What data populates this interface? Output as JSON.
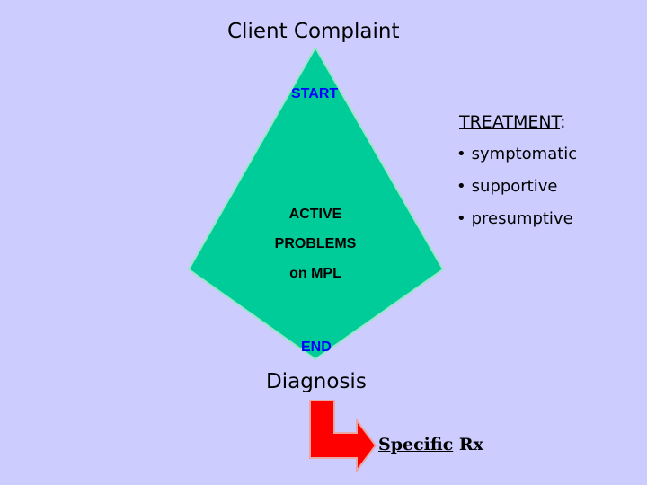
{
  "title": "Client Complaint",
  "start_label": "START",
  "end_label": "END",
  "active_problems": {
    "line1": "ACTIVE",
    "line2": "PROBLEMS",
    "line3": "on MPL"
  },
  "treatment": {
    "heading": "TREATMENT",
    "heading_suffix": ":",
    "items": [
      "symptomatic",
      "supportive",
      "presumptive"
    ]
  },
  "diagnosis": "Diagnosis",
  "specific_rx": {
    "underlined": "Specific",
    "rest": " Rx"
  },
  "colors": {
    "background": "#ccccff",
    "diamond_fill": "#00cc99",
    "diamond_edge": "#99e6c8",
    "start_end_text": "#0000ff",
    "arrow_fill": "#ff0000",
    "arrow_edge": "#e8a8a8"
  },
  "icons": {
    "bullet": "•",
    "arrow": "elbow-arrow-right-icon"
  }
}
